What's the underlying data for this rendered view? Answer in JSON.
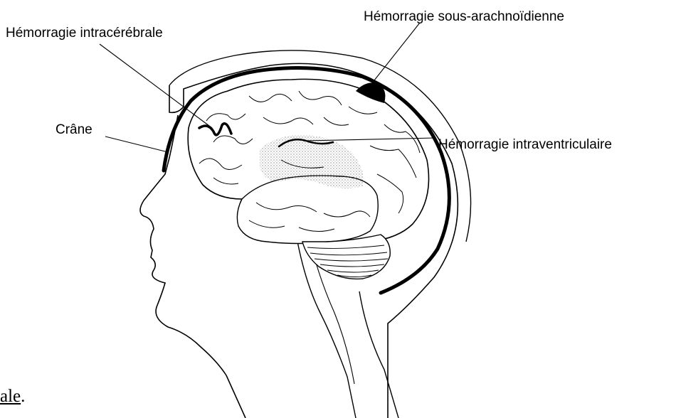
{
  "labels": {
    "intracerebral": "Hémorragie intracérébrale",
    "subarachnoid": "Hémorragie sous-arachnoïdienne",
    "skull": "Crâne",
    "intraventricular": "Hémorragie intraventriculaire"
  },
  "fragment": {
    "underlined": "ale",
    "tail": "."
  }
}
